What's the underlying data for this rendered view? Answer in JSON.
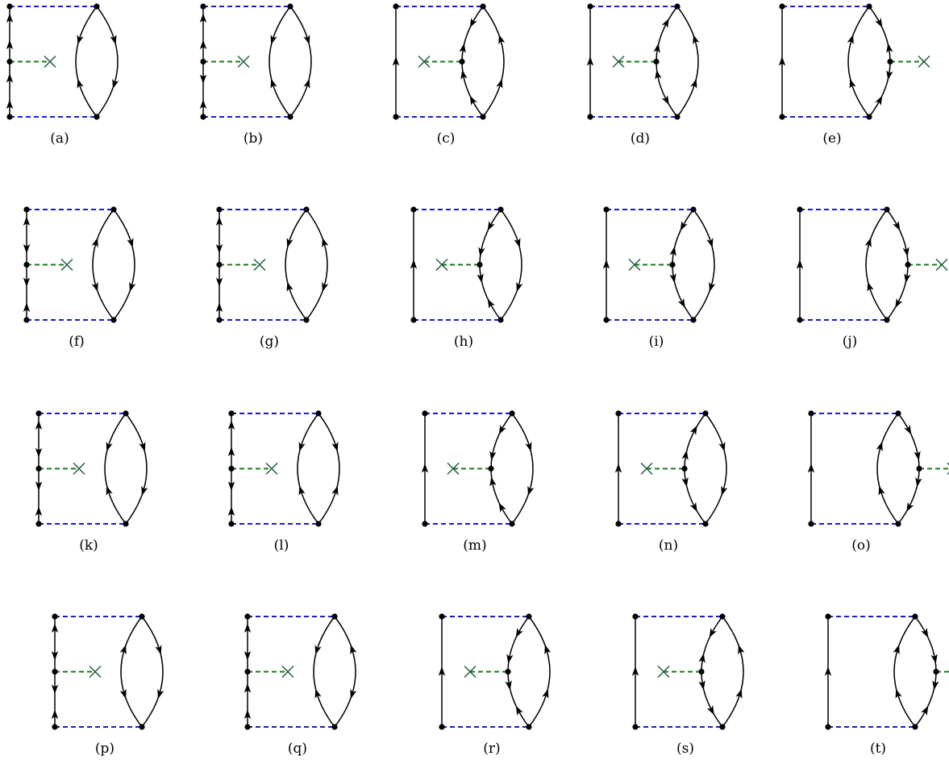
{
  "colors": {
    "line": "#000000",
    "vertex": "#000000",
    "interaction_dashed": "#1a1acc",
    "external_dashed": "#1a7a1a",
    "cross": "#1a5a3a"
  },
  "icons": {
    "external_vertex": "cross-icon",
    "propagator_arrow": "arrowhead-icon"
  },
  "diagrams": [
    {
      "caption": "(a)",
      "external": "left",
      "left_arrows": [
        "u",
        "u",
        "u",
        "u"
      ],
      "inner_arrows": [
        "d",
        "u"
      ],
      "outer_arrows": [
        "d",
        "d"
      ]
    },
    {
      "caption": "(b)",
      "external": "left",
      "left_arrows": [
        "u",
        "u",
        "d",
        "u"
      ],
      "inner_arrows": [
        "d",
        "u"
      ],
      "outer_arrows": [
        "d",
        "u"
      ]
    },
    {
      "caption": "(c)",
      "external": "inner",
      "left_arrows": [
        "u"
      ],
      "inner_arrows": [
        "d",
        "u",
        "u",
        "u"
      ],
      "outer_arrows": [
        "u",
        "u"
      ]
    },
    {
      "caption": "(d)",
      "external": "inner",
      "left_arrows": [
        "u"
      ],
      "inner_arrows": [
        "u",
        "u",
        "u",
        "d"
      ],
      "outer_arrows": [
        "u",
        "u"
      ]
    },
    {
      "caption": "(e)",
      "external": "outer",
      "left_arrows": [
        "u"
      ],
      "inner_arrows": [
        "u",
        "u"
      ],
      "outer_arrows": [
        "d",
        "u",
        "d",
        "u"
      ]
    },
    {
      "caption": "(f)",
      "external": "left",
      "left_arrows": [
        "u",
        "d",
        "d",
        "u"
      ],
      "inner_arrows": [
        "u",
        "d"
      ],
      "outer_arrows": [
        "d",
        "d"
      ]
    },
    {
      "caption": "(g)",
      "external": "left",
      "left_arrows": [
        "u",
        "d",
        "d",
        "u"
      ],
      "inner_arrows": [
        "d",
        "u"
      ],
      "outer_arrows": [
        "u",
        "d"
      ]
    },
    {
      "caption": "(h)",
      "external": "inner",
      "left_arrows": [
        "u"
      ],
      "inner_arrows": [
        "d",
        "d",
        "d",
        "u"
      ],
      "outer_arrows": [
        "d",
        "d"
      ]
    },
    {
      "caption": "(i)",
      "external": "inner",
      "left_arrows": [
        "u"
      ],
      "inner_arrows": [
        "d",
        "u",
        "d",
        "d"
      ],
      "outer_arrows": [
        "d",
        "d"
      ]
    },
    {
      "caption": "(j)",
      "external": "outer",
      "left_arrows": [
        "u"
      ],
      "inner_arrows": [
        "u",
        "u"
      ],
      "outer_arrows": [
        "d",
        "d",
        "d",
        "d"
      ]
    },
    {
      "caption": "(k)",
      "external": "left",
      "left_arrows": [
        "u",
        "d",
        "d",
        "u"
      ],
      "inner_arrows": [
        "d",
        "u"
      ],
      "outer_arrows": [
        "d",
        "d"
      ]
    },
    {
      "caption": "(l)",
      "external": "left",
      "left_arrows": [
        "u",
        "u",
        "d",
        "u"
      ],
      "inner_arrows": [
        "d",
        "u"
      ],
      "outer_arrows": [
        "d",
        "u"
      ]
    },
    {
      "caption": "(m)",
      "external": "inner",
      "left_arrows": [
        "u"
      ],
      "inner_arrows": [
        "d",
        "d",
        "u",
        "u"
      ],
      "outer_arrows": [
        "d",
        "d"
      ]
    },
    {
      "caption": "(n)",
      "external": "inner",
      "left_arrows": [
        "u"
      ],
      "inner_arrows": [
        "u",
        "u",
        "d",
        "d"
      ],
      "outer_arrows": [
        "d",
        "d"
      ]
    },
    {
      "caption": "(o)",
      "external": "outer",
      "left_arrows": [
        "u"
      ],
      "inner_arrows": [
        "u",
        "u"
      ],
      "outer_arrows": [
        "d",
        "d",
        "d",
        "d"
      ]
    },
    {
      "caption": "(p)",
      "external": "left",
      "left_arrows": [
        "u",
        "d",
        "d",
        "u"
      ],
      "inner_arrows": [
        "u",
        "d"
      ],
      "outer_arrows": [
        "d",
        "d"
      ]
    },
    {
      "caption": "(q)",
      "external": "left",
      "left_arrows": [
        "u",
        "d",
        "u",
        "u"
      ],
      "inner_arrows": [
        "d",
        "u"
      ],
      "outer_arrows": [
        "u",
        "d"
      ]
    },
    {
      "caption": "(r)",
      "external": "inner",
      "left_arrows": [
        "u"
      ],
      "inner_arrows": [
        "d",
        "d",
        "d",
        "u"
      ],
      "outer_arrows": [
        "u",
        "u"
      ]
    },
    {
      "caption": "(s)",
      "external": "inner",
      "left_arrows": [
        "u"
      ],
      "inner_arrows": [
        "d",
        "u",
        "d",
        "d"
      ],
      "outer_arrows": [
        "u",
        "u"
      ]
    },
    {
      "caption": "(t)",
      "external": "outer",
      "left_arrows": [
        "u"
      ],
      "inner_arrows": [
        "u",
        "u"
      ],
      "outer_arrows": [
        "d",
        "d",
        "d",
        "u"
      ]
    }
  ]
}
